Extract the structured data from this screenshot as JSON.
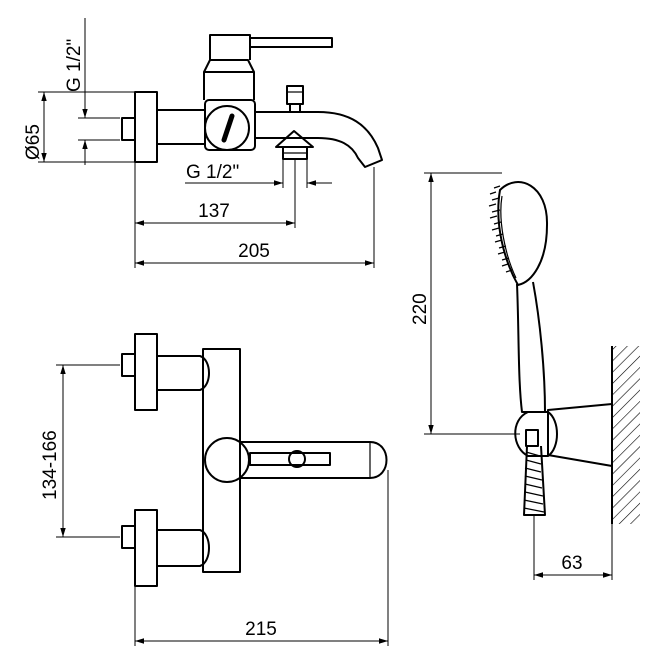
{
  "dimensions": {
    "thread_top": "G 1/2\"",
    "diameter": "Ø65",
    "thread_outlet": "G 1/2\"",
    "width_137": "137",
    "width_205": "205",
    "height_220": "220",
    "spacing": "134-166",
    "width_215": "215",
    "depth_63": "63"
  }
}
